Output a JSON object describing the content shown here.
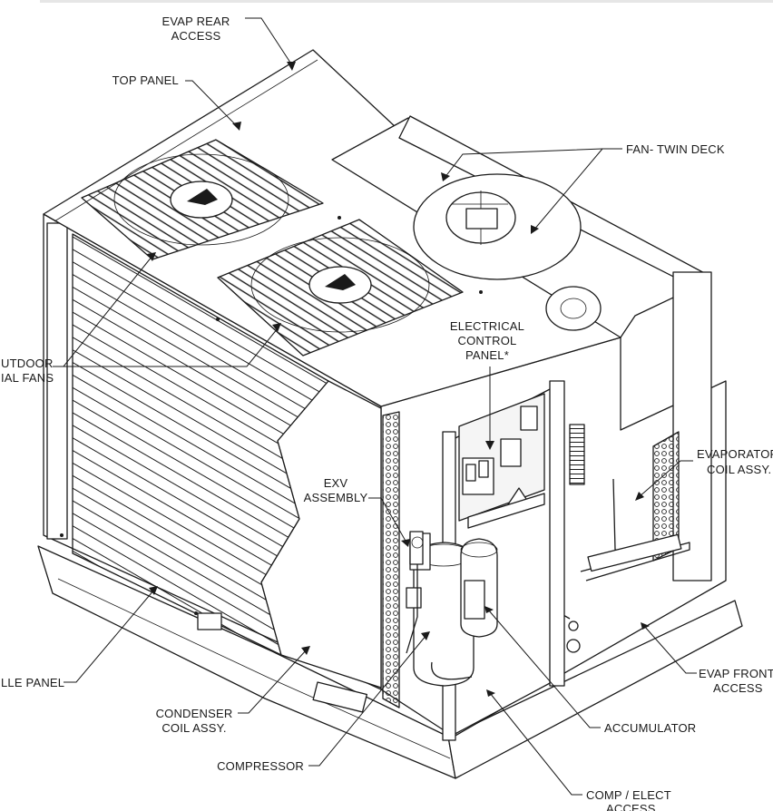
{
  "labels": {
    "evap_rear_access": [
      "EVAP REAR",
      "ACCESS"
    ],
    "top_panel": [
      "TOP PANEL"
    ],
    "fan_twin_deck": [
      "FAN- TWIN DECK"
    ],
    "electrical_control_panel": [
      "ELECTRICAL",
      "CONTROL",
      "PANEL*"
    ],
    "outdoor_axial_fans": [
      "UTDOOR",
      "IAL FANS"
    ],
    "evaporator_coil_assy": [
      "EVAPORATOR",
      "COIL ASSY."
    ],
    "exv_assembly": [
      "EXV",
      "ASSEMBLY"
    ],
    "grille_panel": [
      "LLE PANEL"
    ],
    "evap_front_access": [
      "EVAP FRONT",
      "ACCESS"
    ],
    "condenser_coil_assy": [
      "CONDENSER",
      "COIL ASSY."
    ],
    "accumulator": [
      "ACCUMULATOR"
    ],
    "compressor": [
      "COMPRESSOR"
    ],
    "comp_elect_access": [
      "COMP / ELECT",
      "ACCESS"
    ]
  }
}
